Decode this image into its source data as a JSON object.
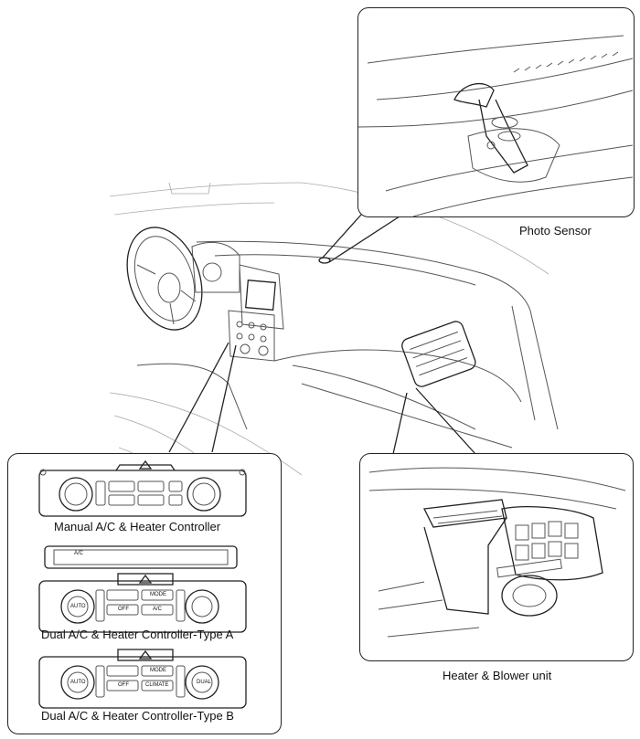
{
  "labels": {
    "photo_sensor": "Photo Sensor",
    "heater_blower": "Heater & Blower unit",
    "manual_controller": "Manual A/C & Heater Controller",
    "dual_type_a": "Dual  A/C & Heater Controller-Type A",
    "dual_type_b": "Dual  A/C & Heater Controller-Type B"
  },
  "panel_text": {
    "auto": "AUTO",
    "ac": "A/C",
    "dual": "DUAL",
    "off": "OFF",
    "mode": "MODE",
    "climate": "CLIMATE"
  }
}
